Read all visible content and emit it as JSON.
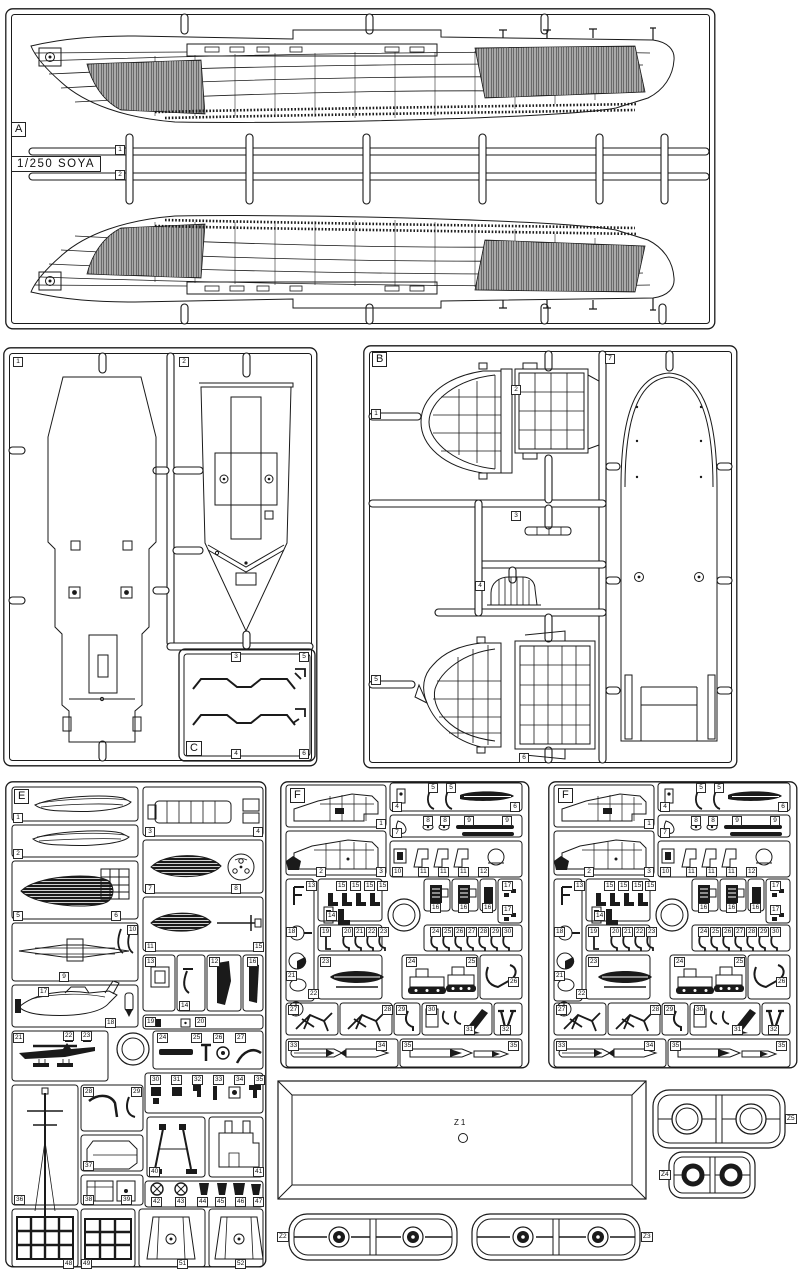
{
  "kit": {
    "scale_label": "1/250 SOYA"
  },
  "sprues": {
    "a": {
      "letter": "A",
      "parts": [
        "1",
        "2"
      ]
    },
    "b": {
      "letter": "B",
      "parts": [
        "1",
        "2",
        "3",
        "4",
        "5",
        "6",
        "7"
      ]
    },
    "c": {
      "letter": "C",
      "parts": [
        "1",
        "2",
        "3",
        "4",
        "5",
        "6"
      ]
    },
    "e": {
      "letter": "E",
      "parts": [
        "1",
        "2",
        "5",
        "6",
        "3",
        "4",
        "7",
        "8",
        "11",
        "15",
        "9",
        "10",
        "17",
        "18",
        "13",
        "14",
        "12",
        "16",
        "19",
        "20",
        "21",
        "22",
        "23",
        "24",
        "25",
        "26",
        "27",
        "28",
        "29",
        "30",
        "31",
        "32",
        "33",
        "34",
        "35",
        "36",
        "37",
        "38",
        "39",
        "40",
        "41",
        "42",
        "43",
        "44",
        "45",
        "46",
        "47",
        "48",
        "49",
        "51",
        "52"
      ]
    },
    "f1": {
      "letter": "F",
      "parts": [
        "1",
        "2",
        "3",
        "4",
        "5",
        "5",
        "6",
        "7",
        "8",
        "8",
        "9",
        "9",
        "10",
        "11",
        "11",
        "11",
        "12",
        "13",
        "15",
        "15",
        "15",
        "15",
        "14",
        "16",
        "16",
        "16",
        "17",
        "17",
        "18",
        "19",
        "20",
        "21",
        "22",
        "23",
        "24",
        "25",
        "26",
        "27",
        "28",
        "29",
        "30",
        "21",
        "22",
        "23",
        "24",
        "25",
        "26",
        "27",
        "28",
        "29",
        "30",
        "31",
        "32",
        "33",
        "34",
        "35",
        "35"
      ]
    },
    "f2": {
      "letter": "F",
      "parts": [
        "1",
        "2",
        "3",
        "4",
        "5",
        "5",
        "6",
        "7",
        "8",
        "8",
        "9",
        "9",
        "10",
        "11",
        "11",
        "11",
        "12",
        "13",
        "15",
        "15",
        "15",
        "15",
        "14",
        "16",
        "16",
        "16",
        "17",
        "17",
        "18",
        "19",
        "20",
        "21",
        "22",
        "23",
        "24",
        "25",
        "26",
        "27",
        "28",
        "29",
        "30",
        "21",
        "22",
        "23",
        "24",
        "25",
        "26",
        "27",
        "28",
        "29",
        "30",
        "31",
        "32",
        "33",
        "34",
        "35",
        "35"
      ]
    },
    "z": {
      "base": "Z1",
      "axle_left": "Z2",
      "axle_right": "Z3",
      "rings_small": "Z4",
      "rings_large": "Z5"
    }
  }
}
